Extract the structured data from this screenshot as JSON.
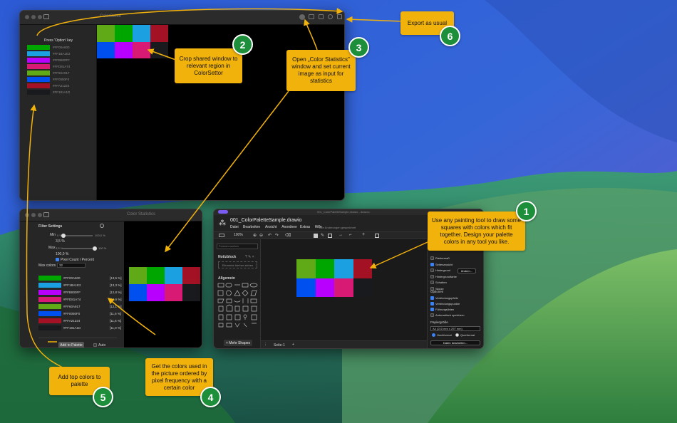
{
  "colorsettor": {
    "title": "ColorSettor",
    "hint": "Press 'Option' key",
    "palette": [
      {
        "color": "#FF00A600",
        "hex": "#00A600"
      },
      {
        "color": "#FF1BA1E2",
        "hex": "#1BA1E2"
      },
      {
        "color": "#FFB800FF",
        "hex": "#B800FF"
      },
      {
        "color": "#FFD81A74",
        "hex": "#D81A74"
      },
      {
        "color": "#FF60A917",
        "hex": "#60A917"
      },
      {
        "color": "#FF0050F0",
        "hex": "#0050F0"
      },
      {
        "color": "#FFA21224",
        "hex": "#A21224"
      },
      {
        "color": "#FF181A1D",
        "hex": "#181A1D"
      }
    ],
    "grid": [
      "#60A917",
      "#00A600",
      "#1BA1E2",
      "#A21224",
      "#0050F0",
      "#B800FF",
      "#D81A74",
      "#181A1D"
    ]
  },
  "stats": {
    "title": "Color Statistics",
    "filter_title": "Filter Settings",
    "min_label": "Min",
    "min_left": "0 %",
    "min_right": "100,0 %",
    "min_value": "3,5 %",
    "max_label": "Max",
    "max_left": "3,5 %",
    "max_right": "100 %",
    "max_value": "100,0 %",
    "pixel_count_label": "Pixel Count / Percent",
    "max_colors_label": "Max colors",
    "max_colors_value": "32",
    "rows": [
      {
        "color": "#FF00A600",
        "hex": "#00A600",
        "pct": "[13,5 %]"
      },
      {
        "color": "#FF1BA1E2",
        "hex": "#1BA1E2",
        "pct": "[13,3 %]"
      },
      {
        "color": "#FFB800FF",
        "hex": "#B800FF",
        "pct": "[12,8 %]"
      },
      {
        "color": "#FFD81A74",
        "hex": "#D81A74",
        "pct": "[12,6 %]"
      },
      {
        "color": "#FF60A917",
        "hex": "#60A917",
        "pct": "[12,1 %]"
      },
      {
        "color": "#FF0050F0",
        "hex": "#0050F0",
        "pct": "[11,6 %]"
      },
      {
        "color": "#FFA21224",
        "hex": "#A21224",
        "pct": "[11,6 %]"
      },
      {
        "color": "#FF181A1D",
        "hex": "#181A1D",
        "pct": "[11,0 %]"
      }
    ],
    "add_button": "Add to Palette",
    "auto_label": "Auto"
  },
  "drawio": {
    "window_title": "001_ColorPaletteSample.drawio - draw.io",
    "file_title": "001_ColorPaletteSample.drawio",
    "menu": [
      "Datei",
      "Bearbeiten",
      "Ansicht",
      "Anordnen",
      "Extras",
      "Hilfe"
    ],
    "saved_note": "Alle Änderungen gespeichert",
    "zoom": "100%",
    "search_placeholder": "Formen suchen",
    "notizblock": "Notizblock",
    "drop_hint": "Elemente hierher ziehen",
    "allgemein": "Allgemein",
    "more_shapes": "+ Mehr Shapes",
    "page_tab": "Seite-1",
    "right_items": [
      {
        "label": "Rastermaß",
        "checked": false
      },
      {
        "label": "Seitenansicht",
        "checked": true
      },
      {
        "label": "Hintergrund",
        "checked": false
      },
      {
        "label": "Hintergrundfarbe",
        "checked": false
      },
      {
        "label": "Schatten",
        "checked": false
      },
      {
        "label": "Skizze",
        "checked": false
      }
    ],
    "aendern": "Ändern...",
    "options_title": "Optionen",
    "options": [
      {
        "label": "Verbindungspfeile",
        "checked": true
      },
      {
        "label": "Verbindungspunkte",
        "checked": true
      },
      {
        "label": "Führungslinien",
        "checked": true
      },
      {
        "label": "Automatisch speichern",
        "checked": false
      }
    ],
    "paper_title": "Papiergröße",
    "paper_value": "A4 (210 mm x 297 mm)",
    "hochformat": "Hochformat",
    "querformat": "Querformat",
    "edit_data": "Daten bearbeiten..."
  },
  "callouts": {
    "c1": "Use any painting tool to draw some squares with colors which fit together. Design your palette colors in any tool you like.",
    "c2": "Crop shared window to relevant region in ColorSettor",
    "c3": "Open „Color Statistics\" window and set current image as input for statistics",
    "c4": "Get the colors used in the picture ordered by pixel frequency with a certain color",
    "c5": "Add top colors to palette",
    "c6": "Export as usual"
  },
  "badges": [
    "1",
    "2",
    "3",
    "4",
    "5",
    "6"
  ],
  "colors": {
    "accent": "#f2b20c",
    "badge": "#1d8f3a"
  }
}
